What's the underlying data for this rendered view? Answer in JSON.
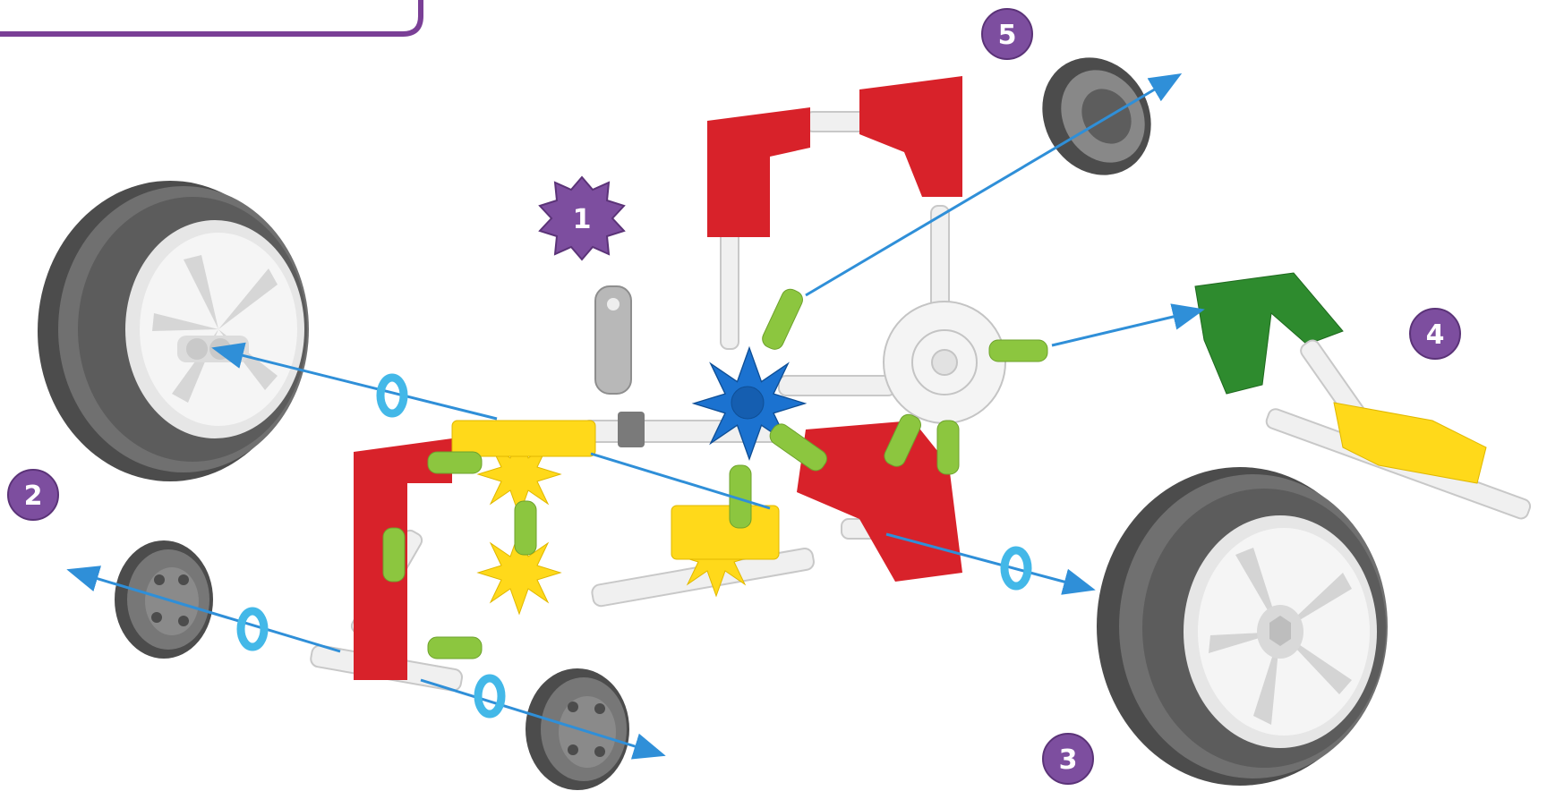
{
  "steps": [
    {
      "number": "1",
      "shape": "starburst"
    },
    {
      "number": "2",
      "shape": "circle"
    },
    {
      "number": "3",
      "shape": "circle"
    },
    {
      "number": "4",
      "shape": "circle"
    },
    {
      "number": "5",
      "shape": "circle"
    }
  ],
  "colors": {
    "step_badge": "#7d4e9f",
    "step_badge_dark": "#5b3378",
    "header_border": "#7a3f96",
    "arrow": "#2f8fd8",
    "spacer_ring": "#43b8e8",
    "rod": "#f0f0f0",
    "connector_red": "#d8222a",
    "connector_yellow": "#ffd91a",
    "connector_blue": "#1b72d0",
    "connector_white": "#f4f4f4",
    "connector_green": "#2e8b2e",
    "clip_green": "#8cc63f",
    "tire": "#707070",
    "tire_dark": "#4c4c4c",
    "hub": "#e6e6e6",
    "clip_grey": "#b8b8b8"
  },
  "icons": [
    "step-starburst-icon",
    "step-circle-icon",
    "assembly-arrow-icon",
    "wheel-icon",
    "spacer-ring-icon"
  ]
}
